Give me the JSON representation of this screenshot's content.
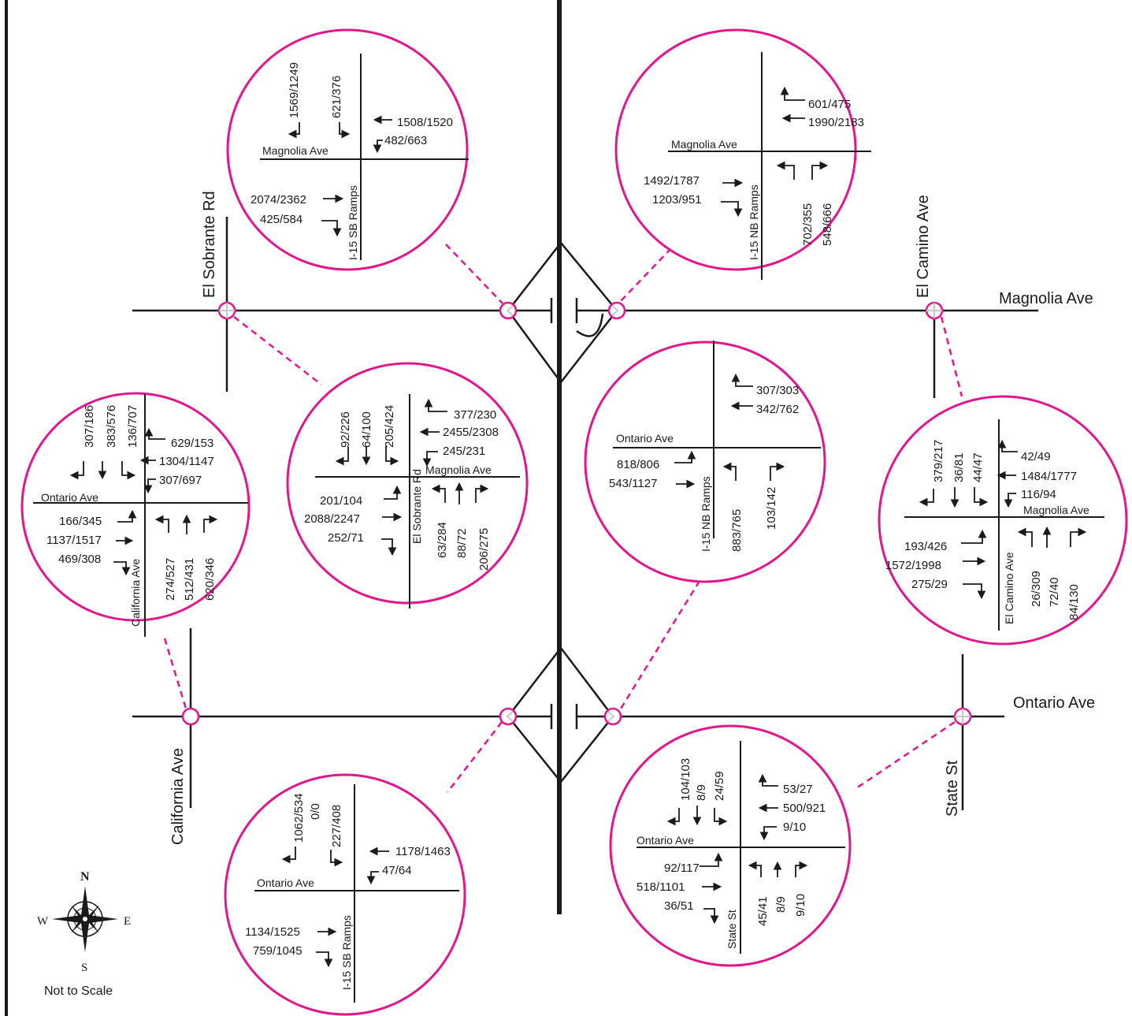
{
  "colors": {
    "circle": "#e0188c",
    "line": "#1a1a1a",
    "node_fill": "#c8c8c8"
  },
  "roads": {
    "magnolia": "Magnolia Ave",
    "ontario": "Ontario Ave",
    "el_sobrante": "El Sobrante Rd",
    "el_camino": "El Camino Ave",
    "california": "California Ave",
    "state": "State St"
  },
  "compass": {
    "n": "N",
    "s": "S",
    "e": "E",
    "w": "W",
    "note": "Not to Scale",
    "icon": "compass-rose-icon"
  },
  "intersections": [
    {
      "id": "magnolia-sb-ramps",
      "ew_street": "Magnolia Ave",
      "ns_street": "I-15 SB Ramps",
      "volumes": {
        "sbr": "1569/1249",
        "sbl": "621/376",
        "wbt": "1508/1520",
        "wbl": "482/663",
        "ebt": "2074/2362",
        "ebr": "425/584"
      }
    },
    {
      "id": "magnolia-nb-ramps",
      "ew_street": "Magnolia Ave",
      "ns_street": "I-15 NB Ramps",
      "volumes": {
        "wbr": "601/475",
        "wbt": "1990/2183",
        "ebt": "1492/1787",
        "ebr": "1203/951",
        "nbl": "702/355",
        "nbr": "548/666"
      }
    },
    {
      "id": "magnolia-el-sobrante",
      "ew_street": "Magnolia Ave",
      "ns_street": "El Sobrante Rd",
      "volumes": {
        "sbr": "92/226",
        "sbt": "64/100",
        "sbl": "205/424",
        "wbr": "377/230",
        "wbt": "2455/2308",
        "wbl": "245/231",
        "ebl": "201/104",
        "ebt": "2088/2247",
        "ebr": "252/71",
        "nbl": "63/284",
        "nbt": "88/72",
        "nbr": "206/275"
      }
    },
    {
      "id": "ontario-nb-ramps",
      "ew_street": "Ontario Ave",
      "ns_street": "I-15 NB Ramps",
      "volumes": {
        "wbr": "307/303",
        "wbt": "342/762",
        "ebl": "818/806",
        "ebt": "543/1127",
        "nbl": "883/765",
        "nbr": "103/142"
      }
    },
    {
      "id": "ontario-california",
      "ew_street": "Ontario Ave",
      "ns_street": "California Ave",
      "volumes": {
        "sbr": "307/186",
        "sbt": "383/576",
        "sbl": "136/707",
        "wbr": "629/153",
        "wbt": "1304/1147",
        "wbl": "307/697",
        "ebl": "166/345",
        "ebt": "1137/1517",
        "ebr": "469/308",
        "nbl": "274/527",
        "nbt": "512/431",
        "nbr": "620/346"
      }
    },
    {
      "id": "magnolia-el-camino",
      "ew_street": "Magnolia Ave",
      "ns_street": "El Camino Ave",
      "volumes": {
        "sbr": "379/217",
        "sbt": "36/81",
        "sbl": "44/47",
        "wbr": "42/49",
        "wbt": "1484/1777",
        "wbl": "116/94",
        "ebl": "193/426",
        "ebt": "1572/1998",
        "ebr": "275/29",
        "nbl": "26/309",
        "nbt": "72/40",
        "nbr": "84/130"
      }
    },
    {
      "id": "ontario-sb-ramps",
      "ew_street": "Ontario Ave",
      "ns_street": "I-15 SB Ramps",
      "volumes": {
        "sbr": "1062/534",
        "sbt": "0/0",
        "sbl": "227/408",
        "wbt": "1178/1463",
        "wbl": "47/64",
        "ebt": "1134/1525",
        "ebr": "759/1045"
      }
    },
    {
      "id": "ontario-state",
      "ew_street": "Ontario Ave",
      "ns_street": "State St",
      "volumes": {
        "sbr": "104/103",
        "sbt": "8/9",
        "sbl": "24/59",
        "wbr": "53/27",
        "wbt": "500/921",
        "wbl": "9/10",
        "ebl": "92/117",
        "ebt": "518/1101",
        "ebr": "36/51",
        "nbl": "45/41",
        "nbt": "8/9",
        "nbr": "9/10"
      }
    }
  ]
}
